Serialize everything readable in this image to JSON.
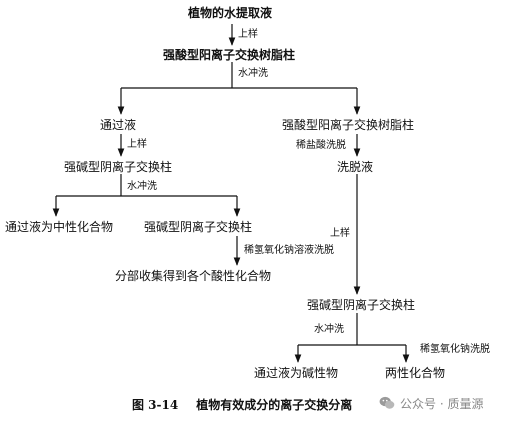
{
  "nodes": {
    "extract": "植物的水提取液",
    "strong_acid_cation_1": "强酸型阳离子交换树脂柱",
    "flow_through_1": "通过液",
    "strong_acid_cation_2": "强酸型阳离子交换树脂柱",
    "strong_base_anion_1": "强碱型阴离子交换柱",
    "eluate": "洗脱液",
    "neutral_compounds": "通过液为中性化合物",
    "strong_base_anion_2": "强碱型阴离子交换柱",
    "acidic_compounds": "分部收集得到各个酸性化合物",
    "strong_base_anion_3": "强碱型阴离子交换柱",
    "basic_compounds": "通过液为碱性物",
    "amphoteric_compounds": "两性化合物"
  },
  "edges": {
    "load_1": "上样",
    "water_wash_1": "水冲洗",
    "load_2": "上样",
    "dilute_hcl_elution": "稀盐酸洗脱",
    "water_wash_2": "水冲洗",
    "dilute_naoh_elution_1": "稀氢氧化钠溶液洗脱",
    "load_3": "上样",
    "water_wash_3": "水冲洗",
    "dilute_naoh_elution_2": "稀氢氧化钠洗脱"
  },
  "caption": {
    "figure_number": "图 3-14",
    "title": "植物有效成分的离子交换分离"
  },
  "watermark": {
    "text": "公众号 · 质量源",
    "icon": "wechat-icon"
  },
  "colors": {
    "ink": "#111111",
    "watermark": "#888888"
  }
}
